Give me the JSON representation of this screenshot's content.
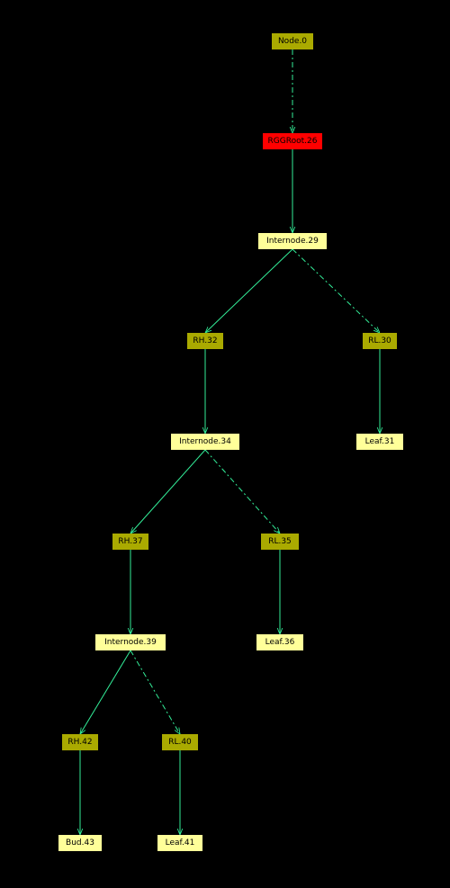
{
  "colors": {
    "background": "#000000",
    "edge": "#33ee99",
    "node_olive": "#aaaa00",
    "node_light": "#ffff99",
    "node_red": "#ff0000",
    "text": "#000000"
  },
  "nodes": [
    {
      "id": "n0",
      "label": "Node.0",
      "style": "olive"
    },
    {
      "id": "n26",
      "label": "RGGRoot.26",
      "style": "red"
    },
    {
      "id": "n29",
      "label": "Internode.29",
      "style": "light"
    },
    {
      "id": "n32",
      "label": "RH.32",
      "style": "olive"
    },
    {
      "id": "n30",
      "label": "RL.30",
      "style": "olive"
    },
    {
      "id": "n34",
      "label": "Internode.34",
      "style": "light"
    },
    {
      "id": "n31",
      "label": "Leaf.31",
      "style": "light"
    },
    {
      "id": "n37",
      "label": "RH.37",
      "style": "olive"
    },
    {
      "id": "n35",
      "label": "RL.35",
      "style": "olive"
    },
    {
      "id": "n39",
      "label": "Internode.39",
      "style": "light"
    },
    {
      "id": "n36",
      "label": "Leaf.36",
      "style": "light"
    },
    {
      "id": "n42",
      "label": "RH.42",
      "style": "olive"
    },
    {
      "id": "n40",
      "label": "RL.40",
      "style": "olive"
    },
    {
      "id": "n43",
      "label": "Bud.43",
      "style": "light"
    },
    {
      "id": "n41",
      "label": "Leaf.41",
      "style": "light"
    }
  ],
  "edges": [
    {
      "from": "n0",
      "to": "n26",
      "style": "dashdot"
    },
    {
      "from": "n26",
      "to": "n29",
      "style": "solid"
    },
    {
      "from": "n29",
      "to": "n32",
      "style": "solid"
    },
    {
      "from": "n29",
      "to": "n30",
      "style": "dashdot"
    },
    {
      "from": "n32",
      "to": "n34",
      "style": "solid"
    },
    {
      "from": "n30",
      "to": "n31",
      "style": "solid"
    },
    {
      "from": "n34",
      "to": "n37",
      "style": "solid"
    },
    {
      "from": "n34",
      "to": "n35",
      "style": "dashdot"
    },
    {
      "from": "n37",
      "to": "n39",
      "style": "solid"
    },
    {
      "from": "n35",
      "to": "n36",
      "style": "solid"
    },
    {
      "from": "n39",
      "to": "n42",
      "style": "solid"
    },
    {
      "from": "n39",
      "to": "n40",
      "style": "dashdot"
    },
    {
      "from": "n42",
      "to": "n43",
      "style": "solid"
    },
    {
      "from": "n40",
      "to": "n41",
      "style": "solid"
    }
  ]
}
